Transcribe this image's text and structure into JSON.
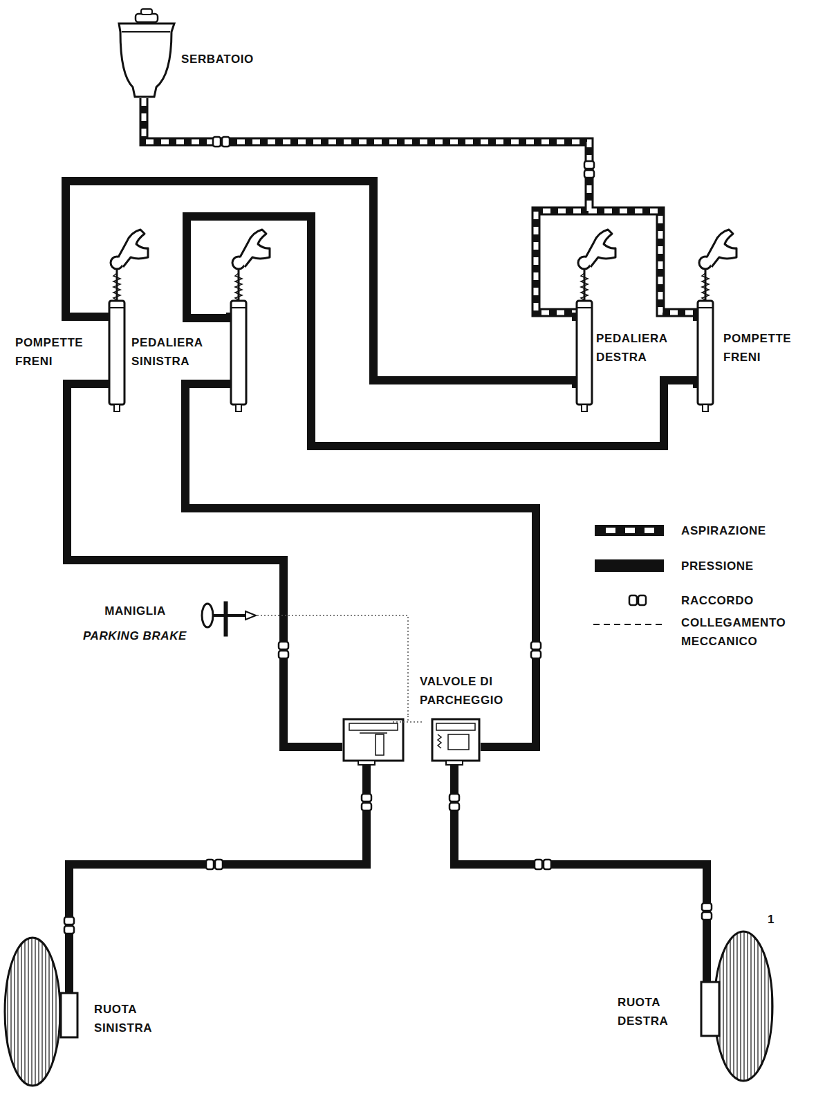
{
  "diagram": {
    "nodes": [
      {
        "text": [
          "SERBATOIO"
        ]
      },
      {
        "text": [
          "POMPETTE FRENI",
          "PEDALIERA SINISTRA"
        ]
      },
      {
        "text": [
          "PEDALIERA DESTRA",
          "POMPETTE FRENI"
        ]
      },
      {
        "text": [
          "VALVOLE DI PARCHEGGIO"
        ]
      },
      {
        "text": [
          "MANIGLIA",
          "PARKING BRAKE"
        ]
      },
      {
        "text": [
          "RUOTA SINISTRA"
        ]
      },
      {
        "text": [
          "RUOTA DESTRA"
        ]
      }
    ],
    "edges": [
      {
        "from": 0,
        "to": 2,
        "arrow": "none"
      },
      {
        "from": 2,
        "to": 1,
        "arrow": "none"
      },
      {
        "from": 2,
        "to": 1,
        "arrow": "none"
      },
      {
        "from": 1,
        "to": 3,
        "arrow": "none"
      },
      {
        "from": 1,
        "to": 3,
        "arrow": "none"
      },
      {
        "from": 4,
        "to": 3,
        "arrow": "none"
      },
      {
        "from": 3,
        "to": 5,
        "arrow": "none"
      },
      {
        "from": 3,
        "to": 6,
        "arrow": "none"
      }
    ],
    "labels": [
      "1"
    ],
    "legend": [
      {
        "text": "ASPIRAZIONE"
      },
      {
        "text": "PRESSIONE",
        "color": "#111111"
      },
      {
        "text": "RACCORDO"
      },
      {
        "text": "COLLEGAMENTO MECCANICO"
      }
    ]
  }
}
